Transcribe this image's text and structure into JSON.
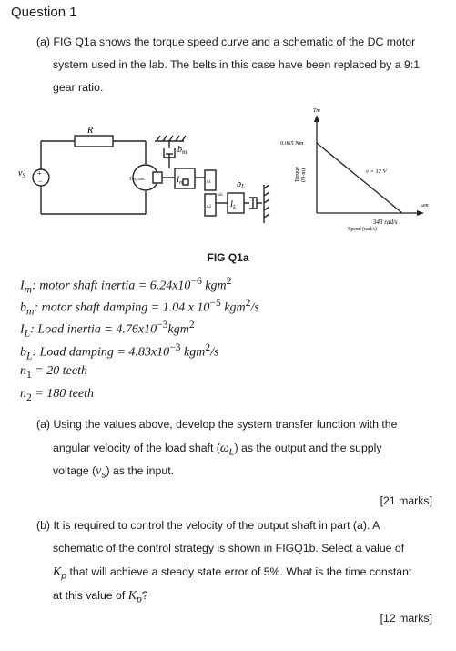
{
  "question_title": "Question 1",
  "part_a_intro": {
    "line1": "(a) FIG Q1a shows the torque speed curve and a schematic of the DC motor",
    "line2": "system used in the lab. The belts in this case have been replaced by a 9:1",
    "line3": "gear ratio."
  },
  "figure": {
    "caption": "FIG Q1a",
    "schematic": {
      "r_label": "R",
      "vs_label": "v",
      "vs_sub": "S",
      "bm_label": "b",
      "bm_sub": "m",
      "im_label": "I",
      "im_sub": "m",
      "tm_wm_label": "Tm, ωm",
      "n1_label": "n1",
      "n2_label": "n2",
      "wl_label": "ωL",
      "il_label": "I",
      "il_sub": "L",
      "bl_label": "b",
      "bl_sub": "L",
      "plus": "+",
      "minus": "−"
    },
    "torque_speed": {
      "y_axis_symbol": "Tm",
      "y_axis_label_1": "Torque",
      "y_axis_label_2": "(N-m)",
      "torque_intercept": "0.065 Nm",
      "voltage_label": "v = 12 V",
      "speed_intercept": "343 rad/s",
      "x_axis_label": "Speed (rad/s)",
      "x_axis_symbol": "ωm"
    }
  },
  "parameters": {
    "im": {
      "sym": "I",
      "sub": "m",
      "text": ": motor shaft inertia  =  6.24x10",
      "exp": "−6",
      "unit": " kgm",
      "unit_exp": "2"
    },
    "bm": {
      "sym": "b",
      "sub": "m",
      "text": ": motor shaft damping = 1.04 x 10",
      "exp": "−5",
      "unit": " kgm",
      "unit_exp": "2",
      "tail": "/s"
    },
    "il": {
      "sym": "I",
      "sub": "L",
      "text": ": Load inertia = 4.76x10",
      "exp": "−3",
      "unit": "kgm",
      "unit_exp": "2"
    },
    "bl": {
      "sym": "b",
      "sub": "L",
      "text": ": Load damping = 4.83x10",
      "exp": "−3",
      "unit": " kgm",
      "unit_exp": "2",
      "tail": "/s"
    },
    "n1": {
      "sym": "n",
      "sub": "1",
      "text": " = 20 teeth"
    },
    "n2": {
      "sym": "n",
      "sub": "2",
      "text": " = 180 teeth"
    }
  },
  "sub_a": {
    "line1": "(a) Using the values above, develop the system transfer function with the",
    "line2_pre": "angular velocity of the load shaft (",
    "line2_sym": "ω",
    "line2_sub": "L",
    "line2_post": ") as the output and the supply",
    "line3_pre": "voltage (",
    "line3_sym": "v",
    "line3_sub": "s",
    "line3_post": ") as the input.",
    "marks": "[21 marks]"
  },
  "sub_b": {
    "line1": "(b) It is required to control the velocity of the output shaft in part (a). A",
    "line2": "schematic of the control strategy is shown in FIGQ1b. Select a value of",
    "line3_sym": "K",
    "line3_sub": "p",
    "line3_post": " that will achieve a steady state error of 5%. What is the time constant",
    "line4_pre": "at this value of ",
    "line4_sym": "K",
    "line4_sub": "p",
    "line4_post": "?",
    "marks": "[12 marks]"
  }
}
